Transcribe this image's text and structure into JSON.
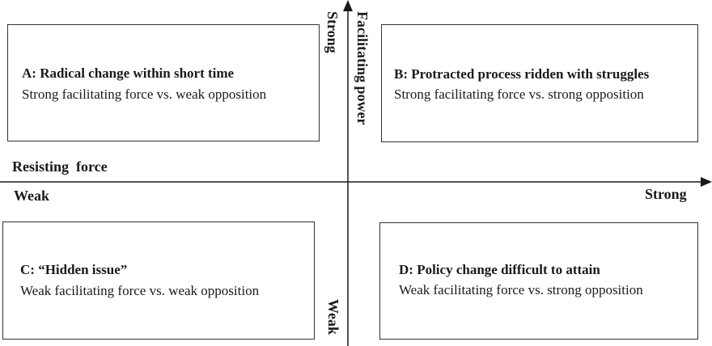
{
  "axes": {
    "vertical": {
      "label": "Facilitating power",
      "top_end": "Strong",
      "bottom_end": "Weak"
    },
    "horizontal": {
      "label": "Resisting  force",
      "left_end": "Weak",
      "right_end": "Strong"
    }
  },
  "quadrants": {
    "a": {
      "title": "A: Radical change within short time",
      "description": "Strong facilitating force vs. weak opposition"
    },
    "b": {
      "title": "B: Protracted process ridden with struggles",
      "description": "Strong facilitating force vs. strong opposition"
    },
    "c": {
      "title": "C: “Hidden issue”",
      "description": "Weak facilitating force vs. weak opposition"
    },
    "d": {
      "title": "D: Policy change difficult to attain",
      "description": "Weak facilitating force vs. strong opposition"
    }
  }
}
